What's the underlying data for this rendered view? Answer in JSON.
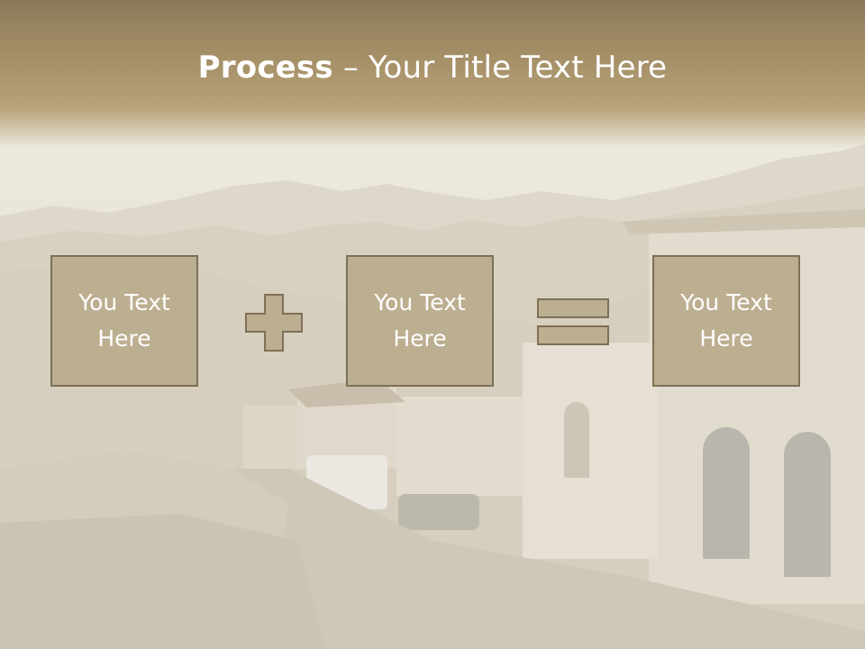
{
  "title": {
    "bold": "Process",
    "separator": " – ",
    "rest": "Your Title Text Here"
  },
  "boxes": [
    {
      "line1": "You Text",
      "line2": "Here"
    },
    {
      "line1": "You Text",
      "line2": "Here"
    },
    {
      "line1": "You Text",
      "line2": "Here"
    }
  ],
  "colors": {
    "box_fill": "#bcae90",
    "box_border": "#7d7057",
    "operator_fill": "#bcae90",
    "header": "#a48e66"
  },
  "icons": [
    "plus-icon",
    "equals-icon"
  ]
}
